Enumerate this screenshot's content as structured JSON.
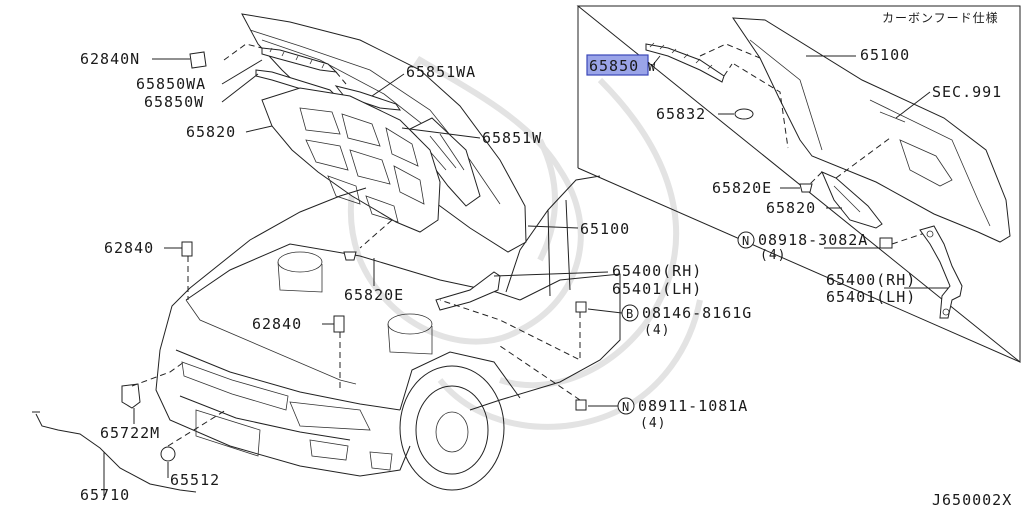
{
  "inset_note": "カーボンフード仕様",
  "drawing_id": "J650002X",
  "labels": {
    "l_62840N": "62840N",
    "l_65850WA": "65850WA",
    "l_65850W": "65850W",
    "l_65851WA": "65851WA",
    "l_65820": "65820",
    "l_65851W": "65851W",
    "l_62840a": "62840",
    "l_65100": "65100",
    "l_65820E": "65820E",
    "l_62840b": "62840",
    "l_65400": "65400(RH)",
    "l_65401": "65401(LH)",
    "l_08146": "08146-8161G",
    "l_08146q": "(4)",
    "l_65722M": "65722M",
    "l_65512": "65512",
    "l_65710": "65710",
    "l_08911": "08911-1081A",
    "l_08911q": "(4)",
    "i_65850": "65850",
    "i_65850w": "W",
    "i_65100": "65100",
    "i_sec": "SEC.991",
    "i_65832": "65832",
    "i_65820E": "65820E",
    "i_65820": "65820",
    "i_08918": "08918-3082A",
    "i_08918q": "(4)",
    "i_65400": "65400(RH)",
    "i_65401": "65401(LH)"
  },
  "badges": {
    "b_N1": "N",
    "b_B": "B",
    "b_N2": "N"
  },
  "highlight_part": "65850",
  "highlight_color": "#9aa4e8"
}
